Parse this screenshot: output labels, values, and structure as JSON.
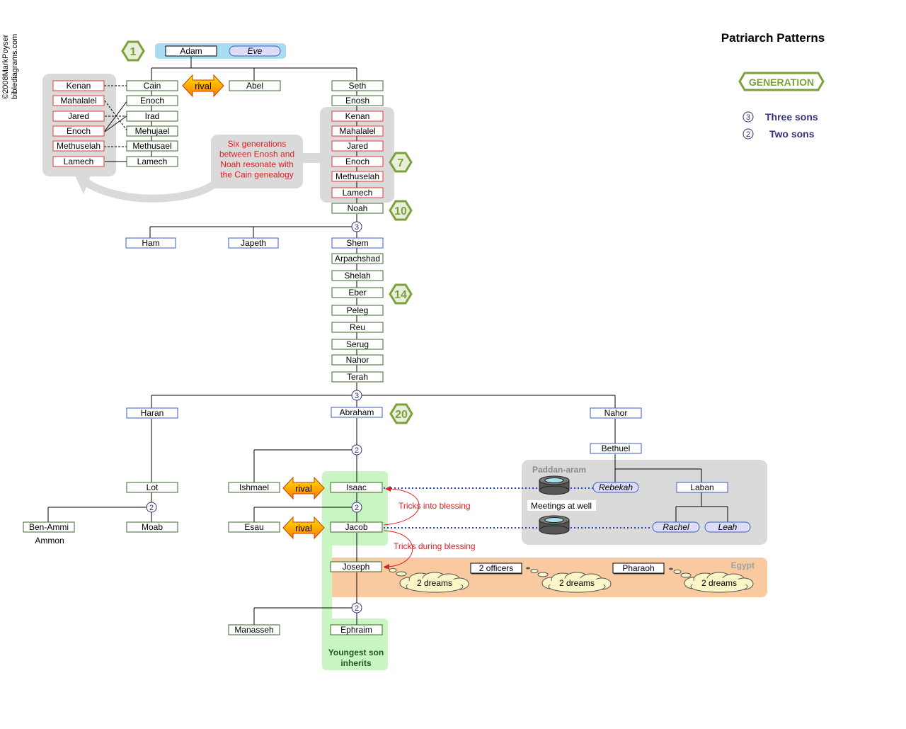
{
  "title": "Patriarch Patterns",
  "credit": [
    "©2008MarkPoyser",
    "biblediagrams.com"
  ],
  "legend": {
    "generation_label": "GENERATION",
    "three_sons_marker": "3",
    "three_sons_label": "Three sons",
    "two_sons_marker": "2",
    "two_sons_label": "Two sons"
  },
  "colors": {
    "line": "#000000",
    "node_border_green": "#3a6a2a",
    "node_border_red": "#e03a3a",
    "node_border_blue": "#3b5fc0",
    "hex_green": "#7ba23a",
    "hex_fill": "#e8f0dc",
    "adam_band": "#a9dcf2",
    "grey_group": "#dadada",
    "green_group": "#c9f5c3",
    "egypt_band": "#f9c9a0",
    "dotted_blue": "#2a3ae0",
    "annotation_red": "#e02020",
    "legend_blue": "#33337a"
  },
  "generation_markers": [
    "1",
    "7",
    "10",
    "14",
    "20"
  ],
  "rival_label": "rival",
  "son_markers": [
    "3",
    "3",
    "2",
    "2",
    "2",
    "2"
  ],
  "nodes": {
    "adam": "Adam",
    "eve": "Eve",
    "cain": "Cain",
    "abel": "Abel",
    "seth": "Seth",
    "cain_enoch": "Enoch",
    "irad": "Irad",
    "mehujael": "Mehujael",
    "methusael": "Methusael",
    "cain_lamech": "Lamech",
    "left_kenan": "Kenan",
    "left_mahalalel": "Mahalalel",
    "left_jared": "Jared",
    "left_enoch": "Enoch",
    "left_methuselah": "Methuselah",
    "left_lamech": "Lamech",
    "enosh": "Enosh",
    "kenan": "Kenan",
    "mahalalel": "Mahalalel",
    "jared": "Jared",
    "enoch": "Enoch",
    "methuselah": "Methuselah",
    "lamech": "Lamech",
    "noah": "Noah",
    "ham": "Ham",
    "japeth": "Japeth",
    "shem": "Shem",
    "arpachshad": "Arpachshad",
    "shelah": "Shelah",
    "eber": "Eber",
    "peleg": "Peleg",
    "reu": "Reu",
    "serug": "Serug",
    "nahor": "Nahor",
    "terah": "Terah",
    "haran": "Haran",
    "abraham": "Abraham",
    "nahor2": "Nahor",
    "bethuel": "Bethuel",
    "lot": "Lot",
    "ben_ammi": "Ben-Ammi",
    "moab": "Moab",
    "ishmael": "Ishmael",
    "isaac": "Isaac",
    "esau": "Esau",
    "jacob": "Jacob",
    "joseph": "Joseph",
    "manasseh": "Manasseh",
    "ephraim": "Ephraim",
    "rebekah": "Rebekah",
    "laban": "Laban",
    "rachel": "Rachel",
    "leah": "Leah",
    "two_officers": "2 officers",
    "pharaoh": "Pharaoh"
  },
  "labels": {
    "ammon": "Ammon",
    "six_generations": [
      "Six generations",
      "between Enosh and",
      "Noah resonate with",
      "the Cain genealogy"
    ],
    "paddan_aram": "Paddan-aram",
    "meetings_at_well": "Meetings at well",
    "egypt": "Egypt",
    "two_dreams": "2 dreams",
    "tricks_into_blessing": "Tricks into blessing",
    "tricks_during_blessing": "Tricks during blessing",
    "youngest_son": [
      "Youngest son",
      "inherits"
    ]
  }
}
